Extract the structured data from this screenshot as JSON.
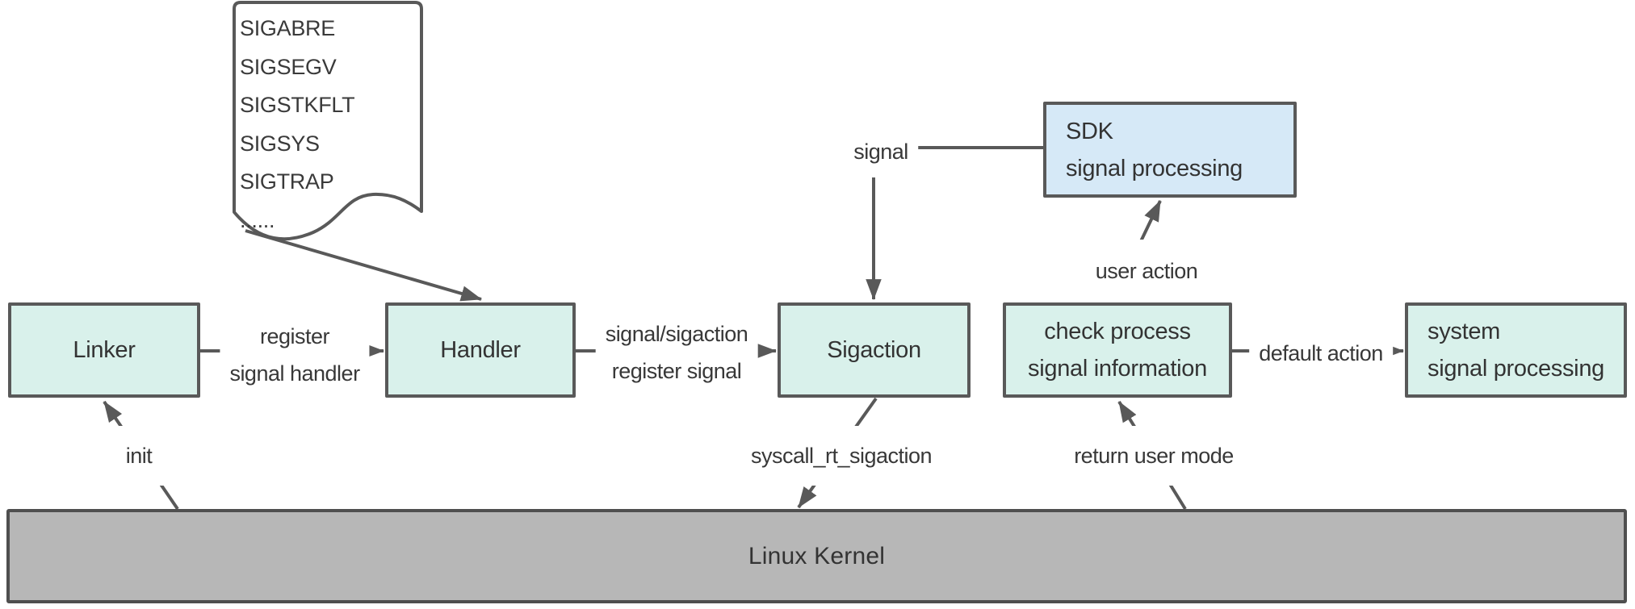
{
  "signal_note": {
    "items": [
      "SIGABRE",
      "SIGSEGV",
      "SIGSTKFLT",
      "SIGSYS",
      "SIGTRAP",
      "......"
    ]
  },
  "nodes": {
    "linker": {
      "label": "Linker"
    },
    "handler": {
      "label": "Handler"
    },
    "sigaction": {
      "label": "Sigaction"
    },
    "check_process": {
      "line1": "check process",
      "line2": "signal information"
    },
    "sdk": {
      "line1": "SDK",
      "line2": "signal processing"
    },
    "system": {
      "line1": "system",
      "line2": "signal processing"
    },
    "kernel": {
      "label": "Linux Kernel"
    }
  },
  "edges": {
    "register_handler": {
      "line1": "register",
      "line2": "signal handler"
    },
    "signal_sigaction": {
      "line1": "signal/sigaction",
      "line2": "register signal"
    },
    "signal": {
      "label": "signal"
    },
    "user_action": {
      "label": "user action"
    },
    "default_action": {
      "label": "default action"
    },
    "init": {
      "label": "init"
    },
    "syscall_rt_sigaction": {
      "label": "syscall_rt_sigaction"
    },
    "return_user_mode": {
      "label": "return user mode"
    }
  },
  "colors": {
    "node_fill_mint": "#d9f1eb",
    "node_fill_blue": "#d6e9f7",
    "kernel_fill": "#b7b7b7",
    "stroke": "#595959",
    "text": "#333333",
    "background": "#ffffff"
  }
}
